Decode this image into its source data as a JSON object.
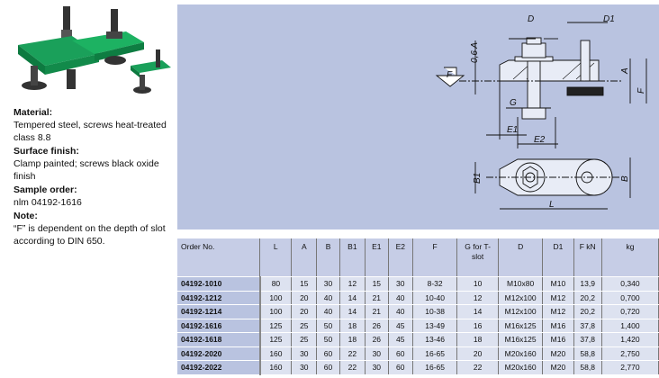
{
  "info": [
    {
      "heading": "Material:",
      "text": "Tempered steel, screws heat-treated class 8.8"
    },
    {
      "heading": "Surface finish:",
      "text": "Clamp painted; screws black oxide finish"
    },
    {
      "heading": "Sample order:",
      "text": "nlm 04192-1616"
    },
    {
      "heading": "Note:",
      "text": "“F” is dependent on the depth of slot according to DIN 650."
    }
  ],
  "drawing": {
    "D": "D",
    "D1": "D1",
    "h06A": "0,6 A",
    "F": "F",
    "A": "A",
    "F2": "F",
    "G": "G",
    "E1": "E1",
    "E2": "E2",
    "B1": "B1",
    "B": "B",
    "L": "L"
  },
  "colors": {
    "panel": "#b9c3e0",
    "clamp": "#1aa05a"
  },
  "table": {
    "headers": [
      "Order No.",
      "L",
      "A",
      "B",
      "B1",
      "E1",
      "E2",
      "F",
      "G for T-slot",
      "D",
      "D1",
      "F kN",
      "kg"
    ],
    "rows": [
      [
        "04192-1010",
        "80",
        "15",
        "30",
        "12",
        "15",
        "30",
        "8-32",
        "10",
        "M10x80",
        "M10",
        "13,9",
        "0,340"
      ],
      [
        "04192-1212",
        "100",
        "20",
        "40",
        "14",
        "21",
        "40",
        "10-40",
        "12",
        "M12x100",
        "M12",
        "20,2",
        "0,700"
      ],
      [
        "04192-1214",
        "100",
        "20",
        "40",
        "14",
        "21",
        "40",
        "10-38",
        "14",
        "M12x100",
        "M12",
        "20,2",
        "0,720"
      ],
      [
        "04192-1616",
        "125",
        "25",
        "50",
        "18",
        "26",
        "45",
        "13-49",
        "16",
        "M16x125",
        "M16",
        "37,8",
        "1,400"
      ],
      [
        "04192-1618",
        "125",
        "25",
        "50",
        "18",
        "26",
        "45",
        "13-46",
        "18",
        "M16x125",
        "M16",
        "37,8",
        "1,420"
      ],
      [
        "04192-2020",
        "160",
        "30",
        "60",
        "22",
        "30",
        "60",
        "16-65",
        "20",
        "M20x160",
        "M20",
        "58,8",
        "2,750"
      ],
      [
        "04192-2022",
        "160",
        "30",
        "60",
        "22",
        "30",
        "60",
        "16-65",
        "22",
        "M20x160",
        "M20",
        "58,8",
        "2,770"
      ]
    ]
  }
}
